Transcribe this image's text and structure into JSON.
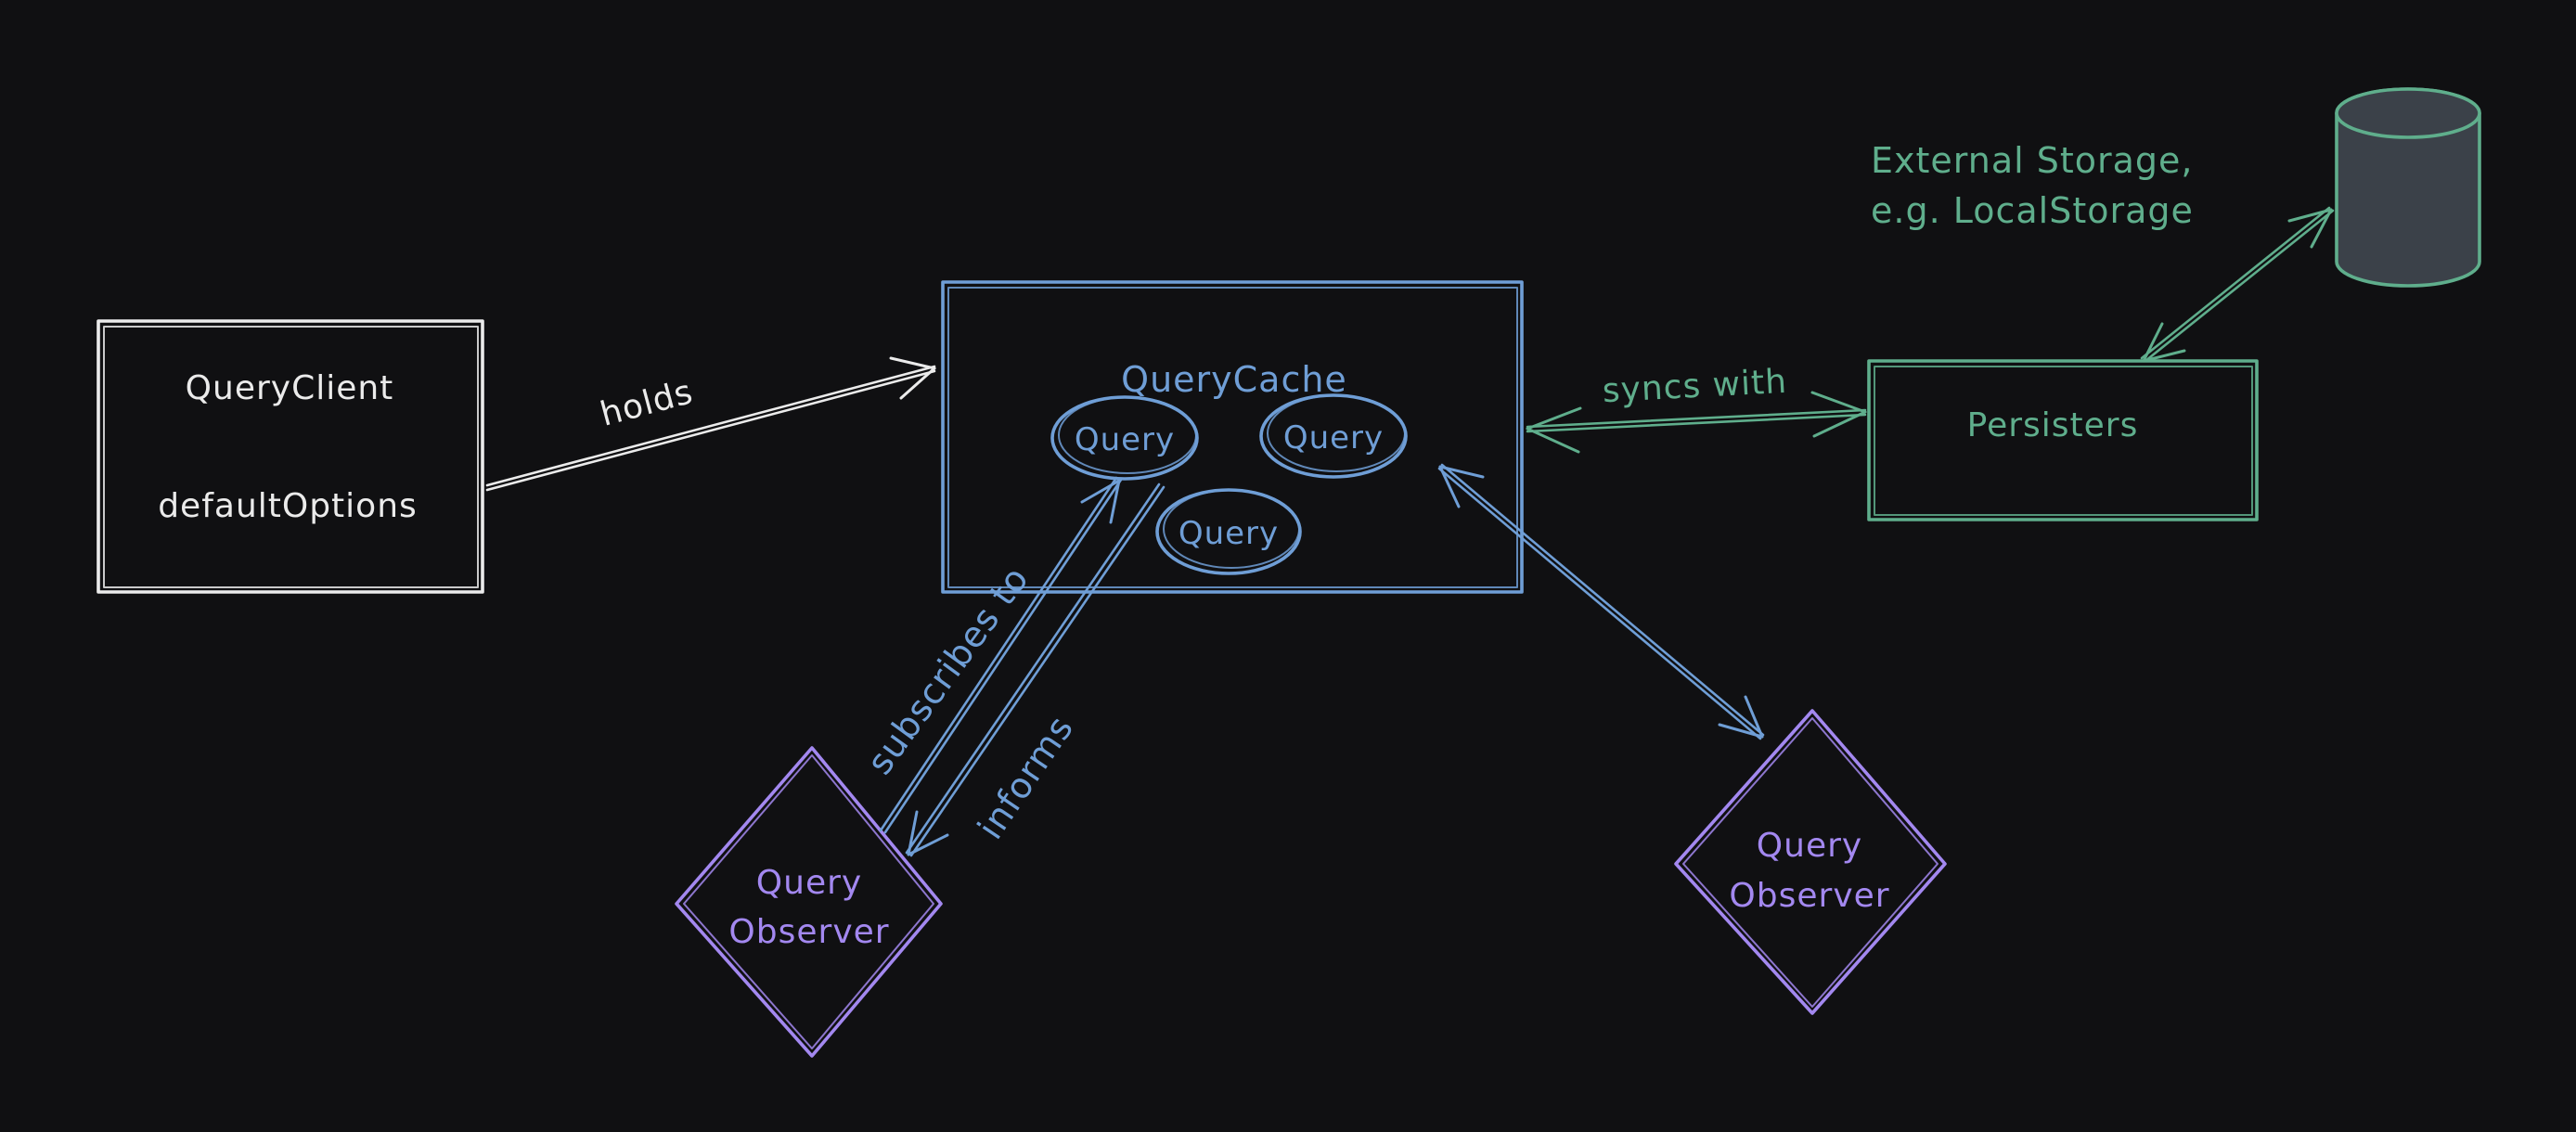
{
  "colors": {
    "background": "#101012",
    "white": "#ebebeb",
    "blue": "#6f9ed6",
    "green": "#5fae8c",
    "purple": "#a388f0",
    "storage_fill": "#3b4149"
  },
  "nodes": {
    "query_client": {
      "line1": "QueryClient",
      "line2": "defaultOptions"
    },
    "query_cache": {
      "title": "QueryCache",
      "query1": "Query",
      "query2": "Query",
      "query3": "Query"
    },
    "persisters": {
      "label": "Persisters"
    },
    "external_storage": {
      "line1": "External Storage,",
      "line2": "e.g. LocalStorage"
    },
    "observer_left": {
      "line1": "Query",
      "line2": "Observer"
    },
    "observer_right": {
      "line1": "Query",
      "line2": "Observer"
    }
  },
  "edges": {
    "holds": {
      "label": "holds"
    },
    "syncs_with": {
      "label": "syncs with"
    },
    "subscribes_to": {
      "label": "subscribes to"
    },
    "informs": {
      "label": "informs"
    }
  }
}
